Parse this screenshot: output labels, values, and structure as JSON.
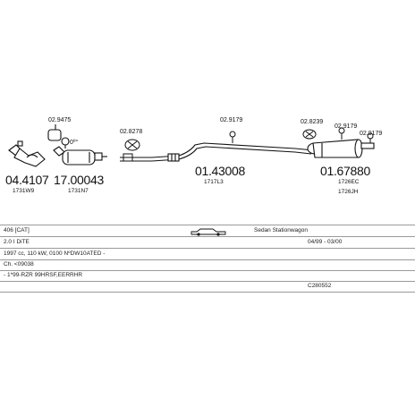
{
  "parts": {
    "p1": {
      "number": "04.4107",
      "sub": "1731W9"
    },
    "p2": {
      "number": "17.00043",
      "sub": "1731N7"
    },
    "p3": {
      "number": "01.43008",
      "sub": "1717L3"
    },
    "p4": {
      "number": "01.67880",
      "sub1": "1726EC",
      "sub2": "1726JH"
    }
  },
  "codes": {
    "c1": "02.9475",
    "c2": "0º°",
    "c3": "02.8278",
    "c4": "02.9179",
    "c5": "02.8239",
    "c6": "02.9179",
    "c7": "02.9179"
  },
  "table": {
    "model": "406 [CAT]",
    "body_type": "Sedan Stationwagon",
    "engine": "2.0 I DiTE",
    "dates": "04/99 - 03/00",
    "spec": "1997 cc, 110 kW, 0100 NºDW10ATED -",
    "chassis": "Ch. <09038",
    "extra": "- 1*99-RZR 99HRSF,EERRHR",
    "catalog_code": "C280552"
  }
}
